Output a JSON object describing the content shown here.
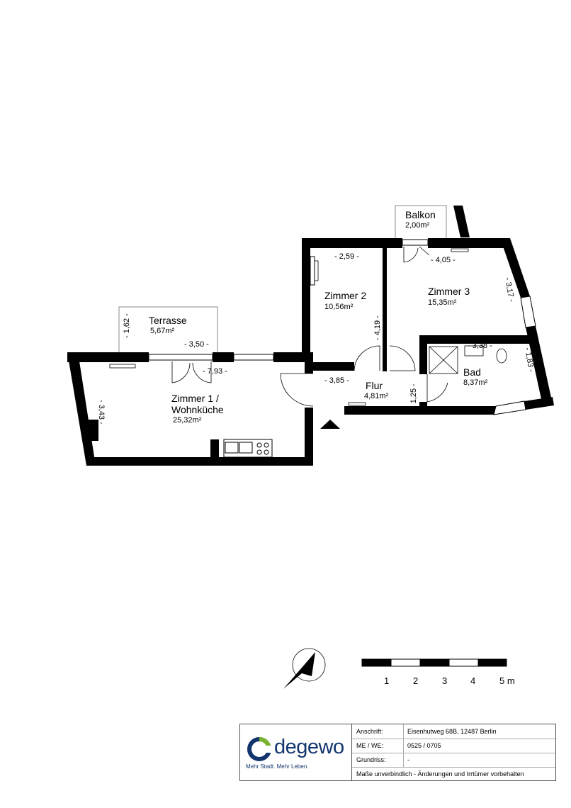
{
  "rooms": [
    {
      "id": "terrasse",
      "name": "Terrasse",
      "area": "5,67m²"
    },
    {
      "id": "balkon",
      "name": "Balkon",
      "area": "2,00m²"
    },
    {
      "id": "zimmer2",
      "name": "Zimmer 2",
      "area": "10,56m²"
    },
    {
      "id": "zimmer3",
      "name": "Zimmer 3",
      "area": "15,35m²"
    },
    {
      "id": "zimmer1",
      "name_line1": "Zimmer 1 /",
      "name_line2": "Wohnküche",
      "area": "25,32m²"
    },
    {
      "id": "flur",
      "name": "Flur",
      "area": "4,81m²"
    },
    {
      "id": "bad",
      "name": "Bad",
      "area": "8,37m²"
    }
  ],
  "dimensions": {
    "terrasse_depth": "- 1,62 -",
    "terrasse_width": "- 3,50 -",
    "zimmer1_width": "- 7,93 -",
    "zimmer1_depth": "- 3,43 -",
    "zimmer2_width": "- 2,59 -",
    "zimmer2_depth": "- 4,19 -",
    "zimmer3_width": "- 4,05 -",
    "zimmer3_depth": "- 3,17 -",
    "flur_width": "- 3,85 -",
    "flur_depth": "- 1,25 -",
    "bad_width": "- 3,38 -",
    "bad_depth": "- 1,83 -"
  },
  "scale_bar": {
    "labels": [
      "1",
      "2",
      "3",
      "4",
      "5 m"
    ]
  },
  "info": {
    "logo_text": "degewo",
    "logo_slogan": "Mehr Stadt. Mehr Leben.",
    "address_label": "Anschrift:",
    "address_value": "Eisenhutweg 68B, 12487 Berlin",
    "me_label": "ME / WE:",
    "me_value": "0525 / 0705",
    "grundriss_label": "Grundriss:",
    "grundriss_value": "-",
    "disclaimer": "Maße unverbindlich - Änderungen und Irrtümer vorbehalten"
  },
  "colors": {
    "wall": "#000000",
    "logo_blue": "#12356d",
    "logo_green": "#7ab42c"
  }
}
